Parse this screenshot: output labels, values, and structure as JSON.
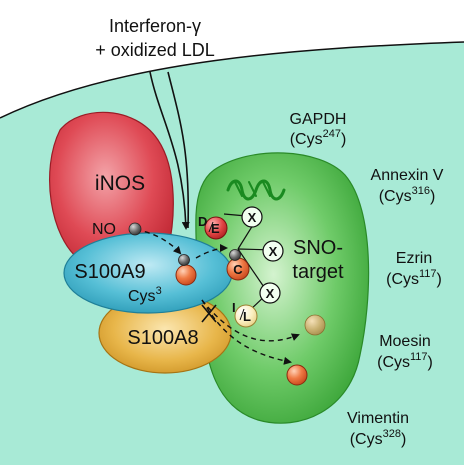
{
  "stimulus": {
    "line1": "Interferon-γ",
    "line2": "+ oxidized LDL"
  },
  "proteins": {
    "inos": "iNOS",
    "no": "NO",
    "s100a9": "S100A9",
    "cys_label": "Cys",
    "cys_sup": "3",
    "s100a8": "S100A8",
    "sno_target_line1": "SNO-",
    "sno_target_line2": "target"
  },
  "residues": {
    "d": "D",
    "e": "E",
    "c": "C",
    "i": "I",
    "l": "L",
    "x": "X"
  },
  "targets": [
    {
      "name": "GAPDH",
      "cys": "Cys",
      "sup": "247"
    },
    {
      "name": "Annexin V",
      "cys": "Cys",
      "sup": "316"
    },
    {
      "name": "Ezrin",
      "cys": "Cys",
      "sup": "117"
    },
    {
      "name": "Moesin",
      "cys": "Cys",
      "sup": "117"
    },
    {
      "name": "Vimentin",
      "cys": "Cys",
      "sup": "328"
    }
  ],
  "colors": {
    "cell_bg": "#a8ead6",
    "inos": "#d93a45",
    "s100a9": "#3ab2cc",
    "s100a8": "#e0aa30",
    "sno_target": "#4cba4a",
    "helix": "#1a8a20",
    "nitroso": "#e25a2a"
  }
}
